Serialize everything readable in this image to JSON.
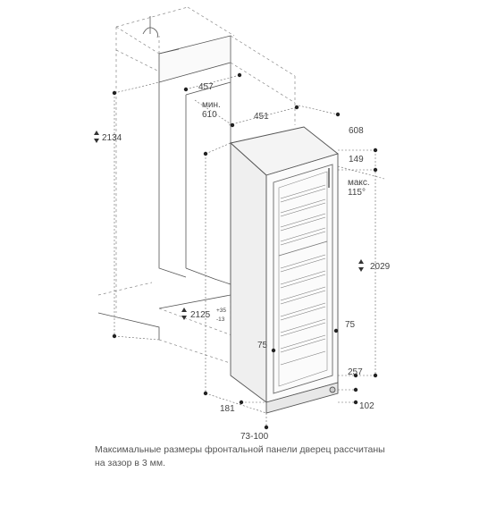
{
  "dimensions": {
    "niche_height": "2134",
    "niche_width": "457",
    "min_depth_label": "мин.",
    "min_depth_value": "610",
    "appliance_width": "451",
    "appliance_depth": "608",
    "top_offset": "149",
    "door_angle_label": "макс.",
    "door_angle_value": "115°",
    "appliance_height": "2029",
    "niche_opening_height": "2125",
    "niche_opening_tol_plus": "+35",
    "niche_opening_tol_minus": "-13",
    "vent_right": "75",
    "vent_left": "75",
    "base_depth": "257",
    "plinth_height": "181",
    "plinth_right": "102",
    "plinth_range": "73-100"
  },
  "caption": {
    "line1": "Максимальные размеры фронтальной панели дверец рассчитаны",
    "line2": "на зазор в 3 мм."
  }
}
